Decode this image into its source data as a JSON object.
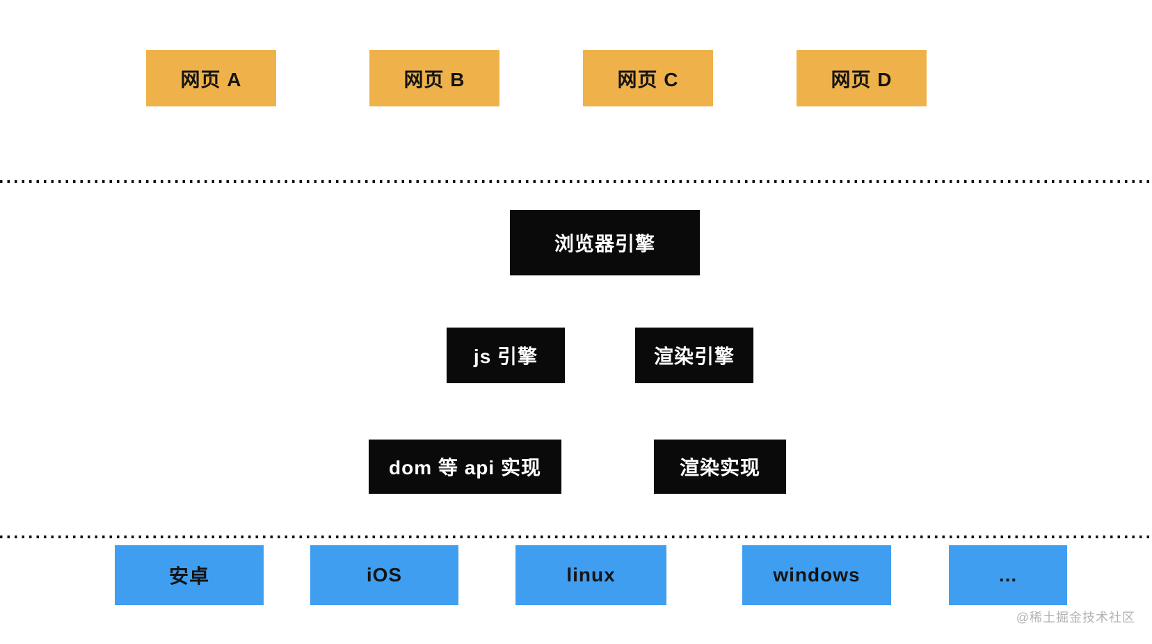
{
  "colors": {
    "page_bg": "#ffffff",
    "webpage_box": "#efb24a",
    "platform_box": "#3f9ef0",
    "engine_box": "#0a0a0a",
    "box_text_dark": "#141414",
    "box_text_light": "#ffffff",
    "dotted_line": "#111111",
    "watermark": "#b2b2b2"
  },
  "layers": {
    "webpages": {
      "items": [
        {
          "label": "网页 A"
        },
        {
          "label": "网页 B"
        },
        {
          "label": "网页 C"
        },
        {
          "label": "网页 D"
        }
      ]
    },
    "browser_engine": {
      "label": "浏览器引擎"
    },
    "engines": {
      "items": [
        {
          "label": "js 引擎"
        },
        {
          "label": "渲染引擎"
        }
      ]
    },
    "implementations": {
      "items": [
        {
          "label": "dom 等 api 实现"
        },
        {
          "label": "渲染实现"
        }
      ]
    },
    "platforms": {
      "items": [
        {
          "label": "安卓"
        },
        {
          "label": "iOS"
        },
        {
          "label": "linux"
        },
        {
          "label": "windows"
        },
        {
          "label": "..."
        }
      ]
    }
  },
  "watermark": {
    "text": "@稀土掘金技术社区"
  }
}
